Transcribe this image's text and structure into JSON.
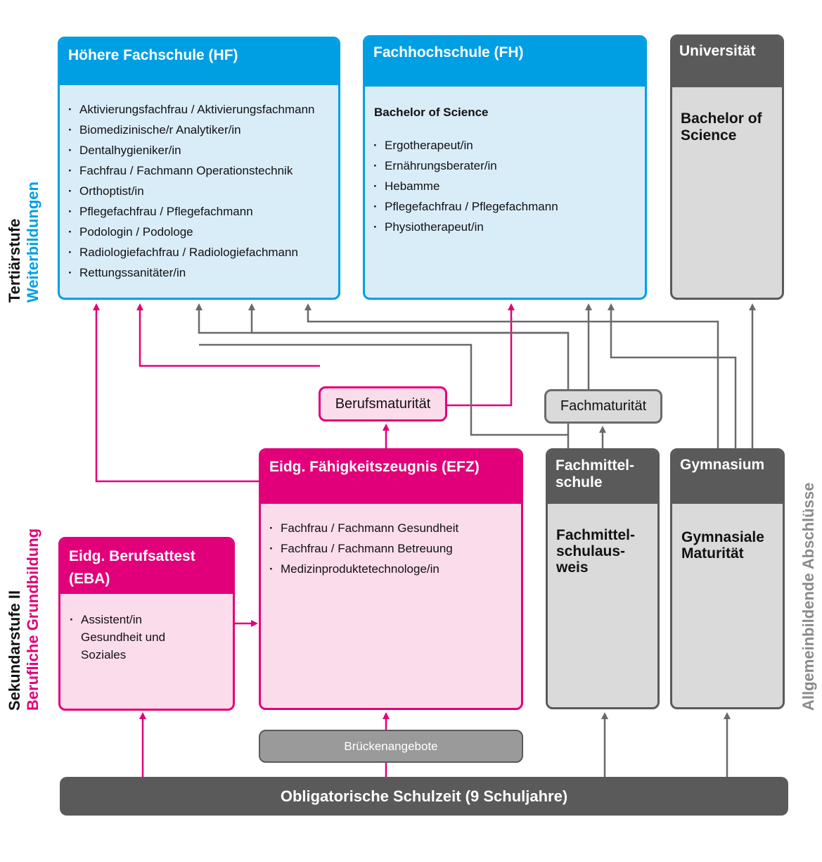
{
  "colors": {
    "blue": "#009fe3",
    "magenta": "#e2007a",
    "grey_dark": "#5a5a5a",
    "grey_mid": "#8a8a8a"
  },
  "hf": {
    "title": "Höhere Fachschule (HF)",
    "items": [
      "Aktivierungsfachfrau / Aktivierungsfachmann",
      "Biomedizinische/r Analytiker/in",
      "Dentalhygieniker/in",
      "Fachfrau / Fachmann Operationstechnik",
      "Orthoptist/in",
      "Pflegefachfrau / Pflegefachmann",
      "Podologin / Podologe",
      "Radiologiefachfrau / Radiologiefachmann",
      "Rettungssanitäter/in"
    ]
  },
  "fh": {
    "title": "Fachhochschule (FH)",
    "subtitle": "Bachelor of Science",
    "items": [
      "Ergotherapeut/in",
      "Ernährungsberater/in",
      "Hebamme",
      "Pflegefachfrau / Pflegefachmann",
      "Physiotherapeut/in"
    ]
  },
  "uni": {
    "title": "Universität",
    "line1": "Bachelor of",
    "line2": "Science"
  },
  "berufsmaturitaet": "Berufsmaturität",
  "fachmaturitaet": "Fachmaturität",
  "efz": {
    "title": "Eidg. Fähigkeitszeugnis (EFZ)",
    "items": [
      "Fachfrau / Fachmann Gesundheit",
      "Fachfrau / Fachmann Betreuung",
      "Medizinproduktetechnologe/in"
    ]
  },
  "eba": {
    "title_line1": "Eidg. Berufsattest",
    "title_line2": "(EBA)",
    "item_lines": [
      "Assistent/in",
      "Gesundheit und",
      "Soziales"
    ]
  },
  "fms": {
    "title_line1": "Fachmittel-",
    "title_line2": "schule",
    "body_lines": [
      "Fachmittel-",
      "schulaus-",
      "weis"
    ]
  },
  "gym": {
    "title": "Gymnasium",
    "body_lines": [
      "Gymnasiale",
      "Maturität"
    ]
  },
  "brueckenangebote": "Brückenangebote",
  "obligatorisch": "Obligatorische Schulzeit (9 Schuljahre)",
  "side_labels": {
    "tertiary_line1": "Tertiärstufe",
    "tertiary_line2": "Weiterbildungen",
    "secondary_line1": "Sekundarstufe II",
    "secondary_line2": "Berufliche Grundbildung",
    "general": "Allgemeinbildende Abschlüsse"
  }
}
